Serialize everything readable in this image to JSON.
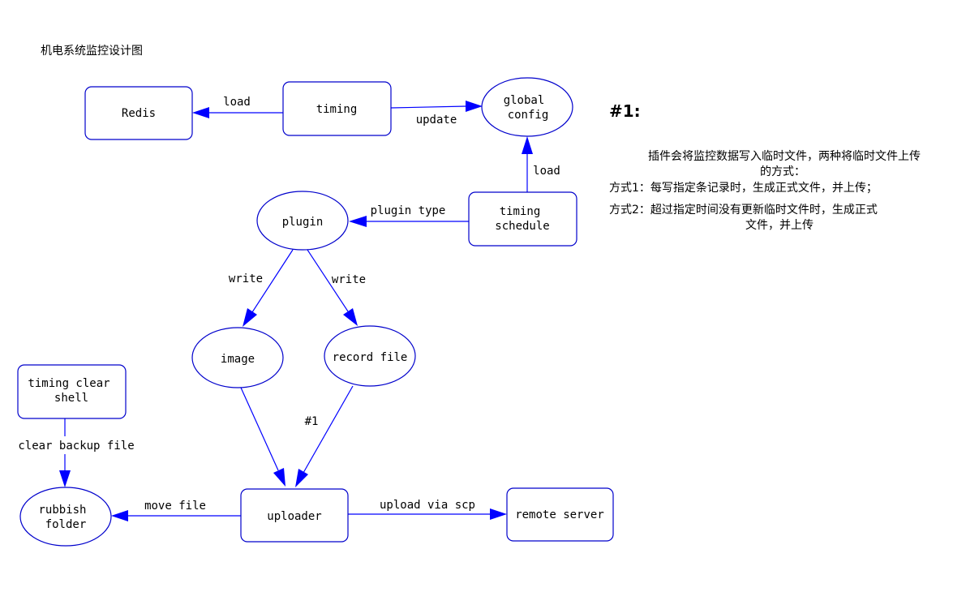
{
  "title": "机电系统监控设计图",
  "nodes": {
    "redis": [
      "Redis"
    ],
    "timing": [
      "timing"
    ],
    "global_config": [
      "global",
      "config"
    ],
    "plugin": [
      "plugin"
    ],
    "timing_schedule": [
      "timing",
      "schedule"
    ],
    "image": [
      "image"
    ],
    "record_file": [
      "record file"
    ],
    "timing_clear_shell": [
      "timing clear",
      "shell"
    ],
    "rubbish_folder": [
      "rubbish",
      "folder"
    ],
    "uploader": [
      "uploader"
    ],
    "remote_server": [
      "remote server"
    ]
  },
  "edges": {
    "timing_to_redis": "load",
    "timing_to_global_config": "update",
    "schedule_to_global_config": "load",
    "schedule_to_plugin": "plugin type",
    "plugin_to_image": "write",
    "plugin_to_record_file": "write",
    "record_file_to_uploader": "#1",
    "image_to_uploader": "",
    "shell_to_rubbish": "clear backup file",
    "uploader_to_rubbish": "move file",
    "uploader_to_remote": "upload via scp"
  },
  "note": {
    "heading": "#1:",
    "lines": [
      "插件会将监控数据写入临时文件，两种将临时文件上传",
      "的方式：",
      "方式1：每写指定条记录时，生成正式文件，并上传；",
      "方式2：超过指定时间没有更新临时文件时，生成正式",
      "文件，并上传"
    ]
  },
  "colors": {
    "shape_stroke": "#0000cc",
    "edge": "#0000ff",
    "text": "#000000"
  }
}
